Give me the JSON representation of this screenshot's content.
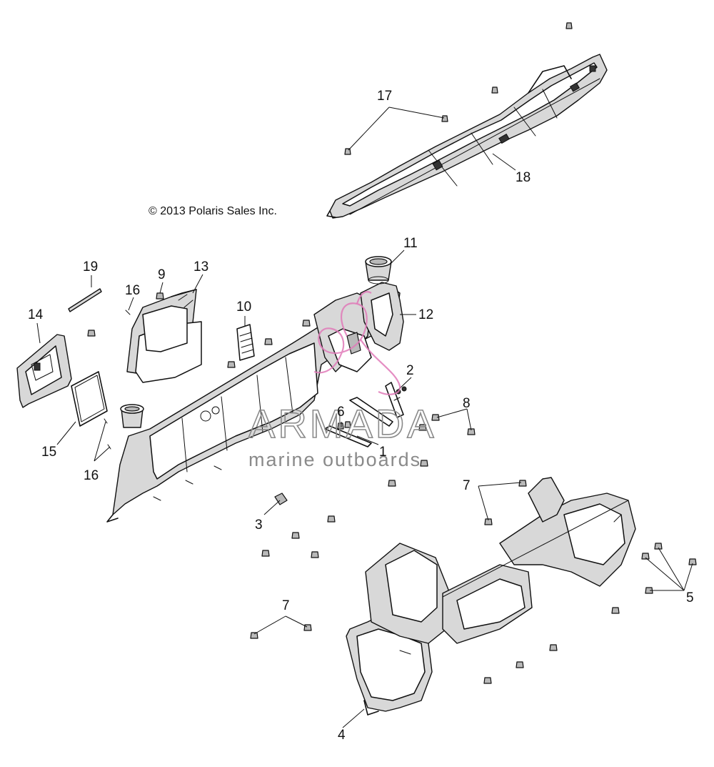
{
  "copyright": "© 2013 Polaris Sales Inc.",
  "watermark": {
    "brand": "ARMADA",
    "tagline": "marine outboards",
    "logo_color": "#e07ab8",
    "text_color": "#8a8a8a"
  },
  "callouts": {
    "c1": "1",
    "c2": "2",
    "c3": "3",
    "c4": "4",
    "c5": "5",
    "c6": "6",
    "c7a": "7",
    "c7b": "7",
    "c8": "8",
    "c9": "9",
    "c10": "10",
    "c11": "11",
    "c12": "12",
    "c13": "13",
    "c14": "14",
    "c15": "15",
    "c16a": "16",
    "c16b": "16",
    "c17": "17",
    "c18": "18",
    "c19": "19"
  }
}
